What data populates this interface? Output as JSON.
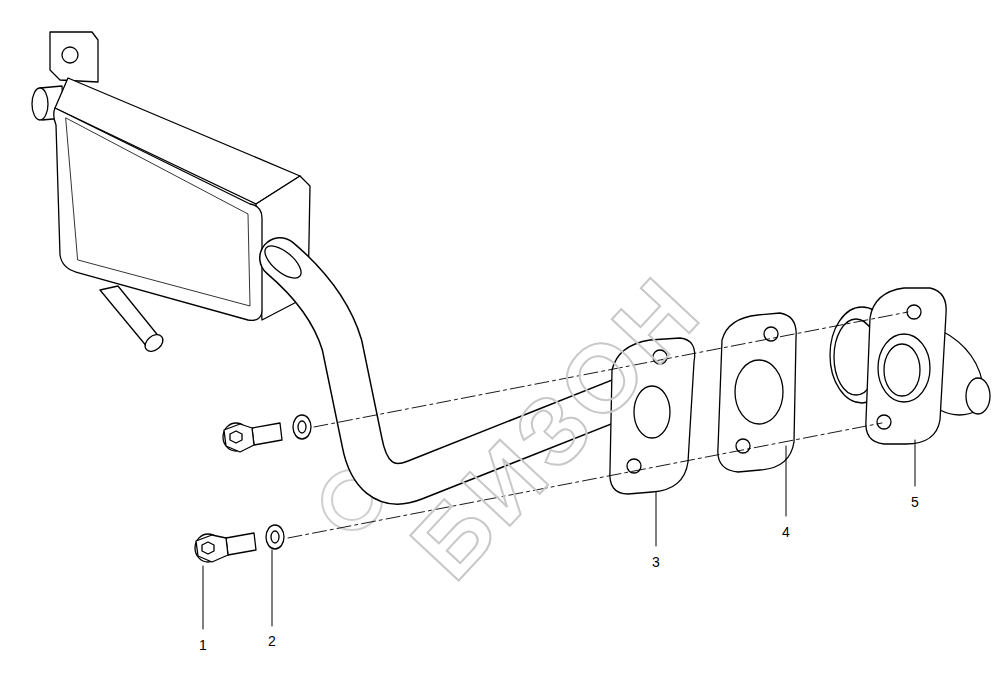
{
  "diagram": {
    "labels": [
      "1",
      "2",
      "3",
      "4",
      "5",
      "БИЗОН"
    ]
  }
}
